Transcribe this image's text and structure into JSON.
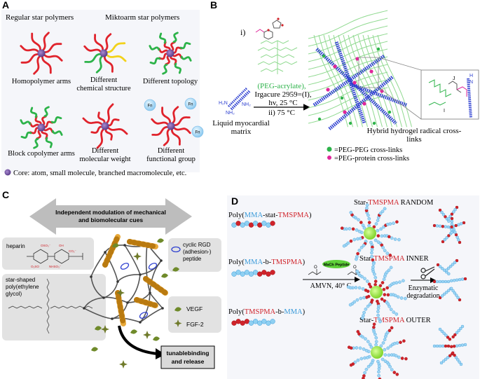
{
  "panelA": {
    "label": "A",
    "regular_header": "Regular star polymers",
    "miktoarm_header": "Miktoarm star polymers",
    "homopolymer": "Homopolymer arms",
    "chem_line1": "Different",
    "chem_line2": "chemical structure",
    "topology": "Different topology",
    "block": "Block copolymer arms",
    "molw_line1": "Different",
    "molw_line2": "molecular weight",
    "func_line1": "Different",
    "func_line2": "functional group",
    "fn_badge": "Fn",
    "core_note": "Core: atom, small molecule, branched macromolecule, etc."
  },
  "panelB": {
    "label": "B",
    "step_i": "i)",
    "peg_acrylate": "(PEG-acrylate),",
    "irgacure": "Irgacure 2959=(I),",
    "hv": "hv, 25 °C",
    "step_ii": "ii) 75 °C",
    "nh2": "H₂N",
    "nh2b": "NH₂",
    "liquid1": "Liquid myocardial",
    "liquid2": "matrix",
    "hybrid1": "Hybrid hydrogel radical cross-",
    "hybrid2": "links",
    "legend_peg": "=PEG-PEG cross-links",
    "legend_protein": "=PEG-protein cross-links",
    "inset_j": "J",
    "inset_i": "I",
    "inset_h": "H",
    "inset_n": "N"
  },
  "panelC": {
    "label": "C",
    "banner_line1": "Independent modulation of mechanical",
    "banner_line2": "and biomolecular cues",
    "heparin": "heparin",
    "cyclic1": "cyclic RGD",
    "cyclic2": "(adhesion-)",
    "cyclic3": "peptide",
    "star1": "star-shaped",
    "star2": "poly(ethylene",
    "star3": "glycol)",
    "vegf": "VEGF",
    "fgf": "FGF-2",
    "tunable1": "tunablebinding",
    "tunable2": "and release"
  },
  "panelD": {
    "label": "D",
    "poly": "Poly(",
    "mma": "MMA",
    "stat": "-stat-",
    "b": "-b-",
    "tmspma": "TMSPMA",
    "close": ")",
    "star": "Star-",
    "random": " RANDOM",
    "inner": " INNER",
    "outer": " OUTER",
    "mach": "MaCh Peptide",
    "amvn": "AMVN, 40° C",
    "enz1": "Enzymatic",
    "enz2": "degradation",
    "o": "O"
  },
  "colors": {
    "red_arm": "#e0232c",
    "green_arm": "#2db34a",
    "yellow_arm": "#f2d21b",
    "core_purple": "#7b5aa6",
    "peg_green": "#8fd98f",
    "blue_chain": "#2d3fd0",
    "magenta": "#e0269a",
    "tmspma_red": "#d0232a",
    "mma_blue": "#3a9ad9",
    "rod_orange": "#e8a93a",
    "leaf_green": "#6f8a2a",
    "panel_grey": "#e2e2e2"
  }
}
